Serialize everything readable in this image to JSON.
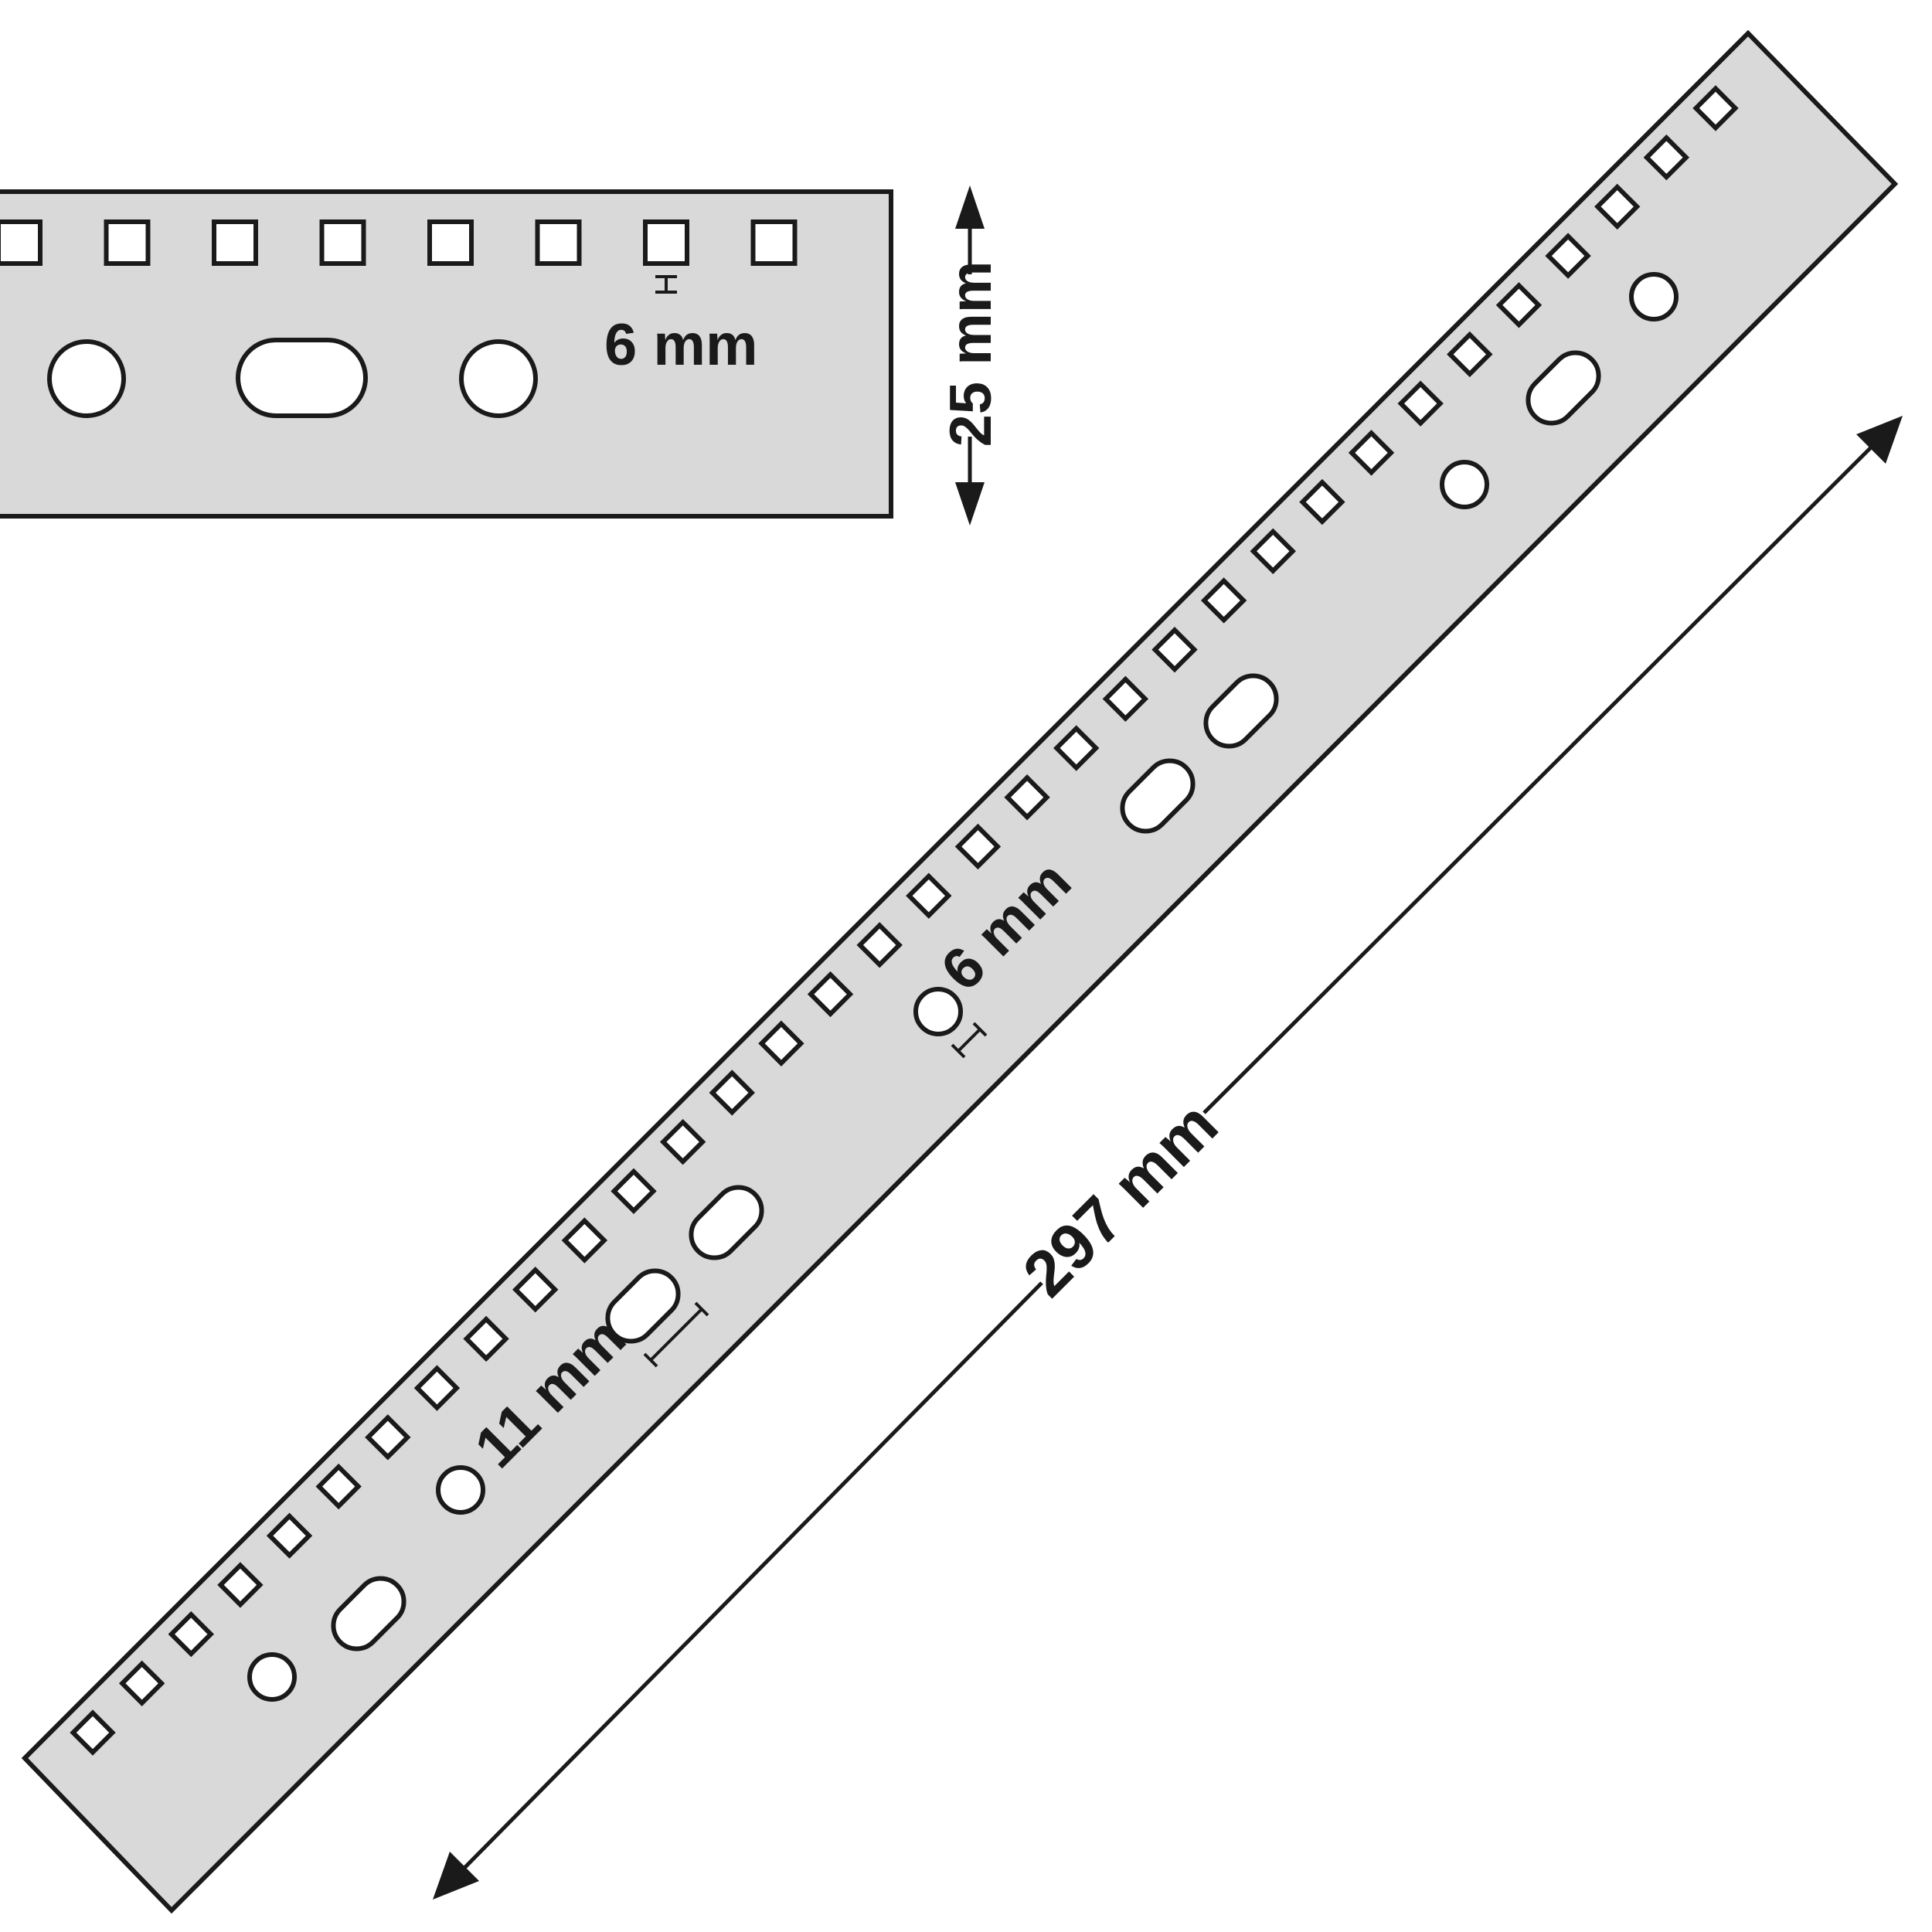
{
  "detail_view": {
    "hole_label": "6 mm",
    "width_label": "25 mm"
  },
  "strip_view": {
    "round_hole_label": "6 mm",
    "slot_label": "11 mm",
    "length_label": "297 mm"
  }
}
